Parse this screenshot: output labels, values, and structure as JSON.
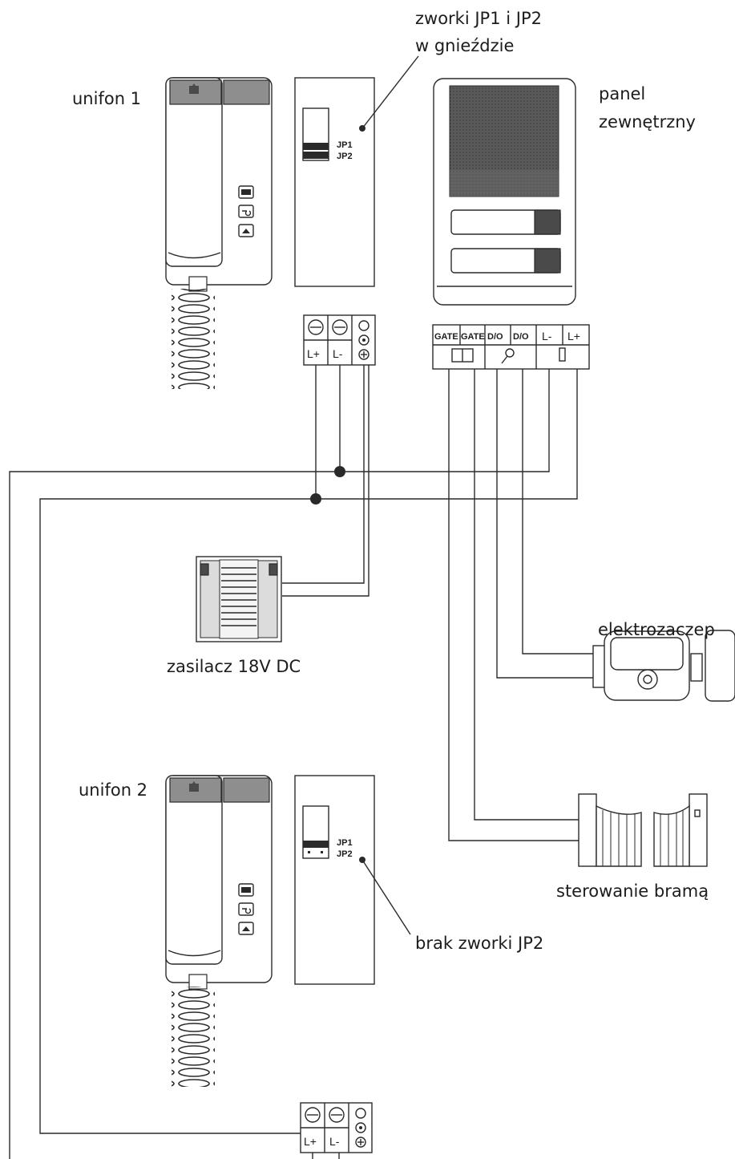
{
  "labels": {
    "jumpers_in_socket_line1": "zworki JP1 i JP2",
    "jumpers_in_socket_line2": "w gnieździe",
    "handset1": "unifon 1",
    "handset2": "unifon 2",
    "panel_line1": "panel",
    "panel_line2": "zewnętrzny",
    "power_supply": "zasilacz 18V DC",
    "door_strike": "elektrozaczep",
    "gate_control": "sterowanie bramą",
    "no_jumper": "brak zworki JP2"
  },
  "jumper_board": {
    "jp1": "JP1",
    "jp2": "JP2"
  },
  "handset_terminals": {
    "l_plus": "L+",
    "l_minus": "L-"
  },
  "panel_terminals": [
    "GATE",
    "GATE",
    "D/O",
    "D/O",
    "L-",
    "L+"
  ],
  "colors": {
    "line": "#2a2a2a",
    "button_grey": "#8e8e8e",
    "dark": "#4a4a4a"
  }
}
